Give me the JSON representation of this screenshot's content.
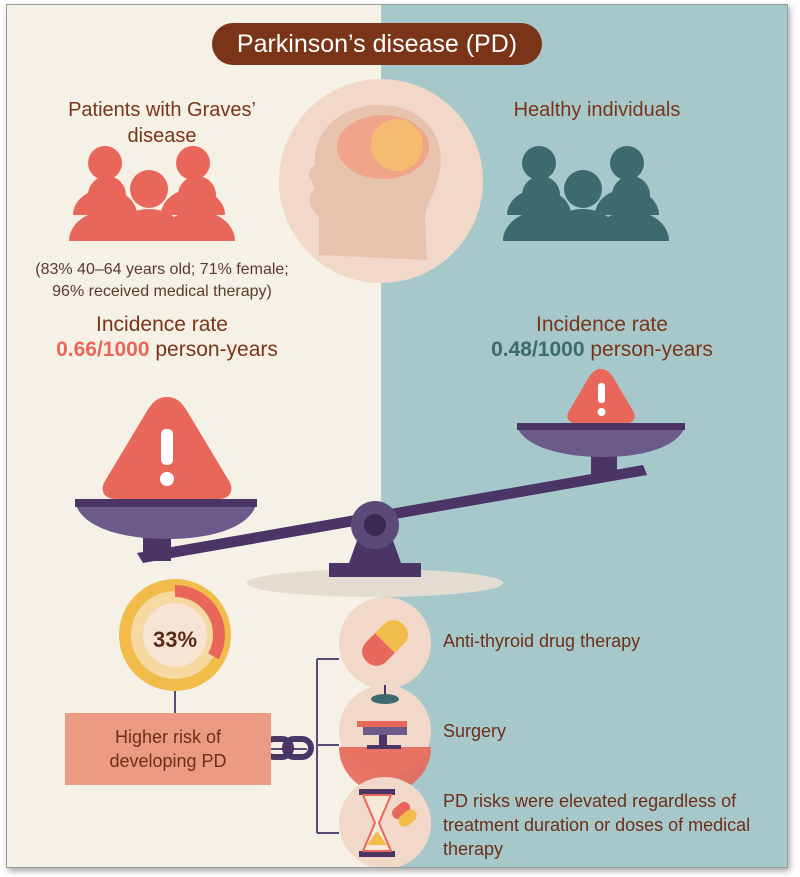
{
  "title": "Parkinson’s disease (PD)",
  "graves": {
    "heading_line1": "Patients with Graves’",
    "heading_line2": "disease",
    "note_line1": "(83% 40–64 years old; 71% female;",
    "note_line2": "96% received medical therapy)",
    "rate_label": "Incidence rate",
    "rate_value": "0.66/1000",
    "rate_unit": " person-years"
  },
  "healthy": {
    "heading": "Healthy individuals",
    "rate_label": "Incidence rate",
    "rate_value": "0.48/1000",
    "rate_unit": " person-years"
  },
  "risk": {
    "percent_label": "33%",
    "percent_value": 33,
    "box_line1": "Higher risk of",
    "box_line2": "developing PD"
  },
  "factors": {
    "drug": "Anti-thyroid drug therapy",
    "surgery": "Surgery",
    "duration_line1": "PD risks were elevated regardless of",
    "duration_line2": "treatment duration or doses of medical",
    "duration_line3": "therapy"
  },
  "colors": {
    "coral": "#e8675a",
    "teal": "#3d6a6e",
    "brown": "#7a3518",
    "purple": "#5b4a78",
    "beige": "#f5f1e6",
    "lightTeal": "#a6c8cb"
  },
  "icons": [
    "group-people-icon",
    "head-brain-icon",
    "warning-icon",
    "balance-scale-icon",
    "donut-chart-icon",
    "chain-link-icon",
    "pill-icon",
    "surgery-table-icon",
    "hourglass-icon"
  ]
}
